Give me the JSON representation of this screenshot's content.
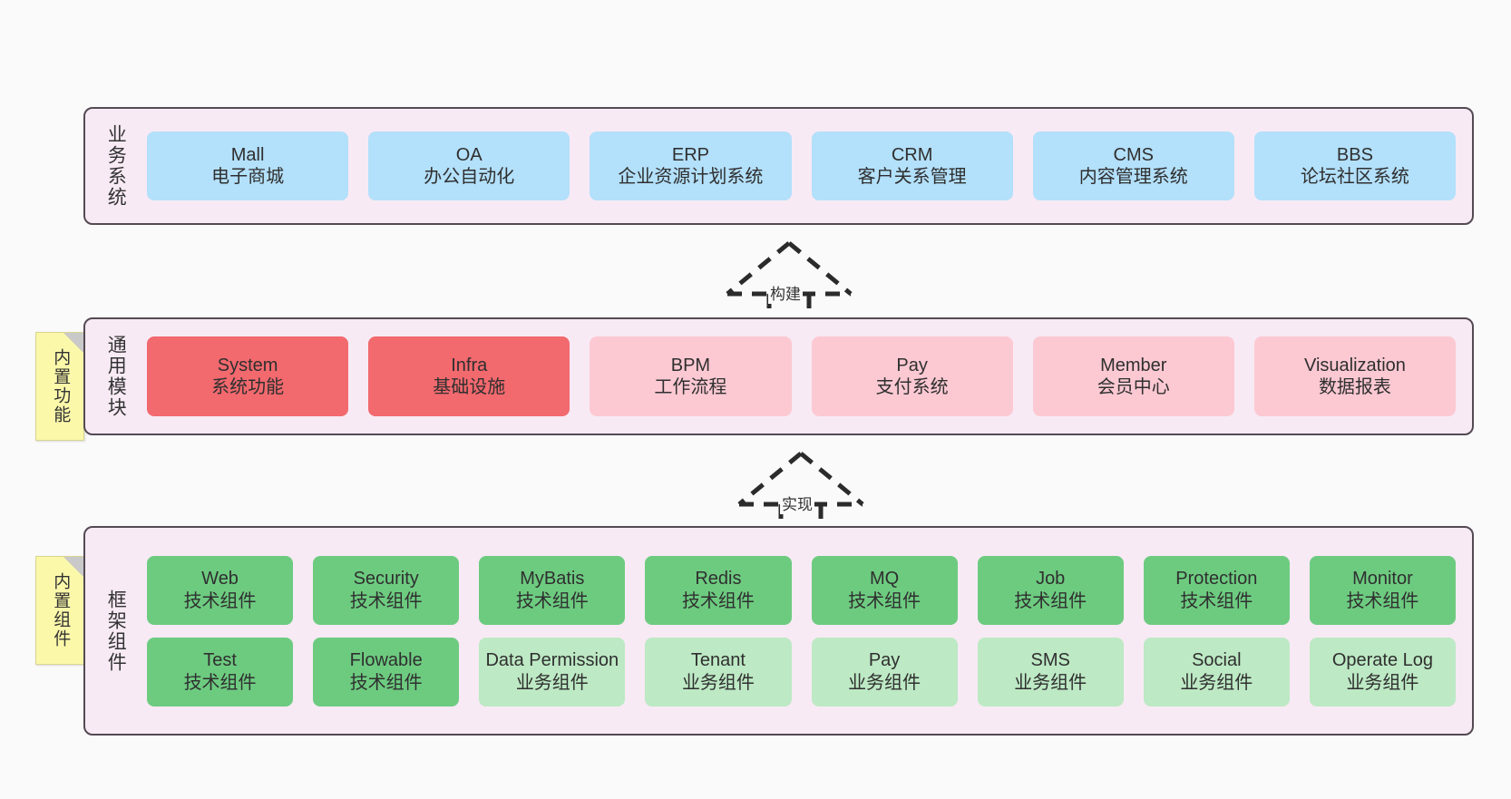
{
  "diagram": {
    "title": "yudao-cloud architecture layers",
    "background": "#fafafa"
  },
  "colors": {
    "panel_bg": "#f7eaf4",
    "panel_border": "#544a53",
    "blue": "#b3e0fb",
    "red": "#f2696e",
    "pink": "#fcc9d3",
    "green": "#6dcb80",
    "light_green": "#bde9c4",
    "note_yellow": "#fbf8aa",
    "note_fold": "#c9c9c9"
  },
  "layers": [
    {
      "id": "business-systems",
      "title": "业务系统",
      "note": null,
      "rows": [
        {
          "style": "c-blue",
          "cards": [
            {
              "name": "Mall",
              "desc": "电子商城"
            },
            {
              "name": "OA",
              "desc": "办公自动化"
            },
            {
              "name": "ERP",
              "desc": "企业资源计划系统"
            },
            {
              "name": "CRM",
              "desc": "客户关系管理"
            },
            {
              "name": "CMS",
              "desc": "内容管理系统"
            },
            {
              "name": "BBS",
              "desc": "论坛社区系统"
            }
          ]
        }
      ]
    },
    {
      "id": "common-modules",
      "title": "通用模块",
      "note": "内置功能",
      "rows": [
        {
          "cards": [
            {
              "name": "System",
              "desc": "系统功能",
              "style": "c-red"
            },
            {
              "name": "Infra",
              "desc": "基础设施",
              "style": "c-red"
            },
            {
              "name": "BPM",
              "desc": "工作流程",
              "style": "c-pink"
            },
            {
              "name": "Pay",
              "desc": "支付系统",
              "style": "c-pink"
            },
            {
              "name": "Member",
              "desc": "会员中心",
              "style": "c-pink"
            },
            {
              "name": "Visualization",
              "desc": "数据报表",
              "style": "c-pink"
            }
          ]
        }
      ]
    },
    {
      "id": "framework-components",
      "title": "框架组件",
      "note": "内置组件",
      "rows": [
        {
          "style": "c-green",
          "cards": [
            {
              "name": "Web",
              "desc": "技术组件"
            },
            {
              "name": "Security",
              "desc": "技术组件"
            },
            {
              "name": "MyBatis",
              "desc": "技术组件"
            },
            {
              "name": "Redis",
              "desc": "技术组件"
            },
            {
              "name": "MQ",
              "desc": "技术组件"
            },
            {
              "name": "Job",
              "desc": "技术组件"
            },
            {
              "name": "Protection",
              "desc": "技术组件"
            },
            {
              "name": "Monitor",
              "desc": "技术组件"
            }
          ]
        },
        {
          "cards": [
            {
              "name": "Test",
              "desc": "技术组件",
              "style": "c-green"
            },
            {
              "name": "Flowable",
              "desc": "技术组件",
              "style": "c-green"
            },
            {
              "name": "Data Permission",
              "desc": "业务组件",
              "style": "c-lightgreen"
            },
            {
              "name": "Tenant",
              "desc": "业务组件",
              "style": "c-lightgreen"
            },
            {
              "name": "Pay",
              "desc": "业务组件",
              "style": "c-lightgreen"
            },
            {
              "name": "SMS",
              "desc": "业务组件",
              "style": "c-lightgreen"
            },
            {
              "name": "Social",
              "desc": "业务组件",
              "style": "c-lightgreen"
            },
            {
              "name": "Operate Log",
              "desc": "业务组件",
              "style": "c-lightgreen"
            }
          ]
        }
      ]
    }
  ],
  "arrows": [
    {
      "id": "build-arrow",
      "label": "构建",
      "from": "common-modules",
      "to": "business-systems"
    },
    {
      "id": "implement-arrow",
      "label": "实现",
      "from": "framework-components",
      "to": "common-modules"
    }
  ]
}
